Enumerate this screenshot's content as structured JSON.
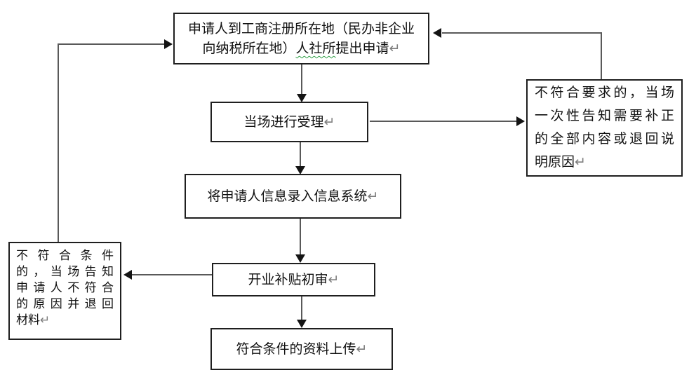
{
  "return_mark": "↵",
  "colors": {
    "box_border": "#1f1f1f",
    "connector_line": "#595959",
    "arrowhead": "#141414",
    "spellcheck_wavy": "#2f9e44",
    "paragraph_mark": "#7d7d7d"
  },
  "flow": {
    "step_apply": {
      "line1": "申请人到工商注册所在地（民办非企业",
      "line2_pre": "向纳税所在地）",
      "line2_wavy": "人社所",
      "line2_post": "提出申请"
    },
    "step_accept": {
      "label": "当场进行受理"
    },
    "step_enter_info": {
      "label": "将申请人信息录入信息系统"
    },
    "step_initial_review": {
      "label": "开业补贴初审"
    },
    "step_upload": {
      "label": "符合条件的资料上传"
    },
    "note_right": {
      "lines": [
        "不符合要求的，当场",
        "一次性告知需要补正",
        "的全部内容或退回说"
      ],
      "last_line": "明原因"
    },
    "note_left": {
      "lines": [
        "不符合条件",
        "的，当场告知",
        "申请人不符合",
        "的原因并退回"
      ],
      "last_line": "材料"
    }
  }
}
